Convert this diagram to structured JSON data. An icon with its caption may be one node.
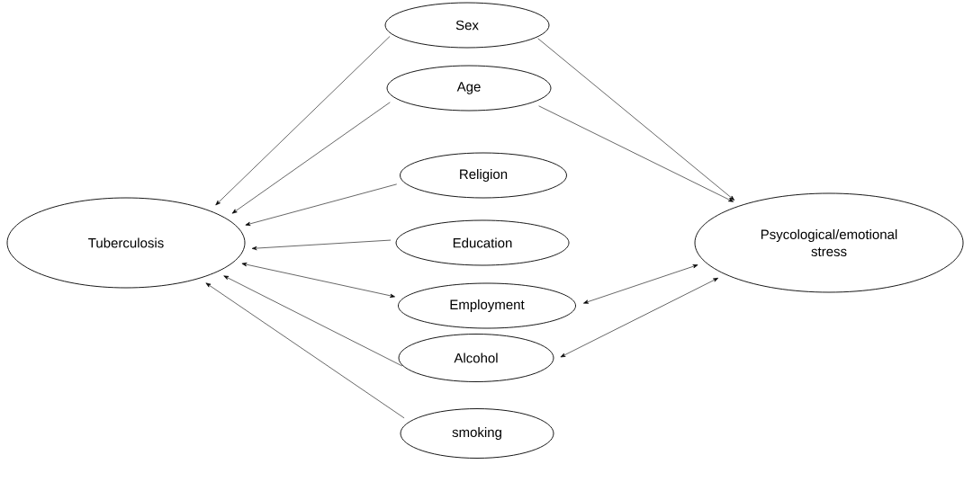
{
  "diagram": {
    "nodes": [
      {
        "text": [
          "Sex"
        ]
      },
      {
        "text": [
          "Age"
        ]
      },
      {
        "text": [
          "Religion"
        ]
      },
      {
        "text": [
          "Education"
        ]
      },
      {
        "text": [
          "Employment"
        ]
      },
      {
        "text": [
          "Alcohol"
        ]
      },
      {
        "text": [
          "smoking"
        ]
      },
      {
        "text": [
          "Tuberculosis"
        ]
      },
      {
        "text": [
          "Psycological/emotional stress"
        ]
      }
    ],
    "edges": [
      {
        "from": 0,
        "to": 7,
        "arrow": "to"
      },
      {
        "from": 0,
        "to": 8,
        "arrow": "to"
      },
      {
        "from": 1,
        "to": 7,
        "arrow": "to"
      },
      {
        "from": 1,
        "to": 8,
        "arrow": "to"
      },
      {
        "from": 2,
        "to": 7,
        "arrow": "to"
      },
      {
        "from": 3,
        "to": 7,
        "arrow": "to"
      },
      {
        "from": 4,
        "to": 7,
        "arrow": "both"
      },
      {
        "from": 4,
        "to": 8,
        "arrow": "both"
      },
      {
        "from": 5,
        "to": 7,
        "arrow": "to"
      },
      {
        "from": 5,
        "to": 8,
        "arrow": "both"
      },
      {
        "from": 6,
        "to": 7,
        "arrow": "to"
      }
    ]
  }
}
